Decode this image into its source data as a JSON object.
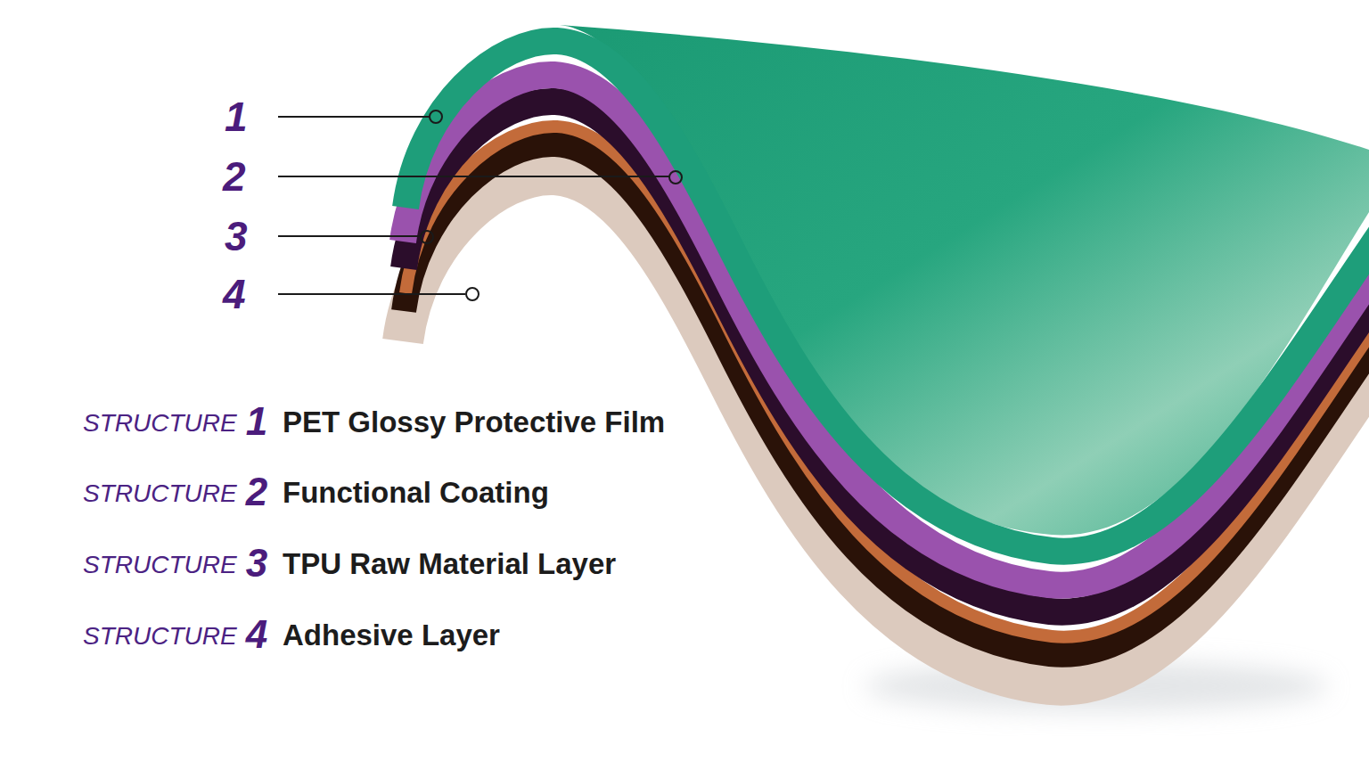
{
  "diagram": {
    "labels": [
      "1",
      "2",
      "3",
      "4",
      "STRUCTURE",
      "1",
      "PET Glossy Protective Film",
      "STRUCTURE",
      "2",
      "Functional Coating",
      "STRUCTURE",
      "3",
      "TPU Raw Material Layer",
      "STRUCTURE",
      "4",
      "Adhesive Layer"
    ]
  }
}
